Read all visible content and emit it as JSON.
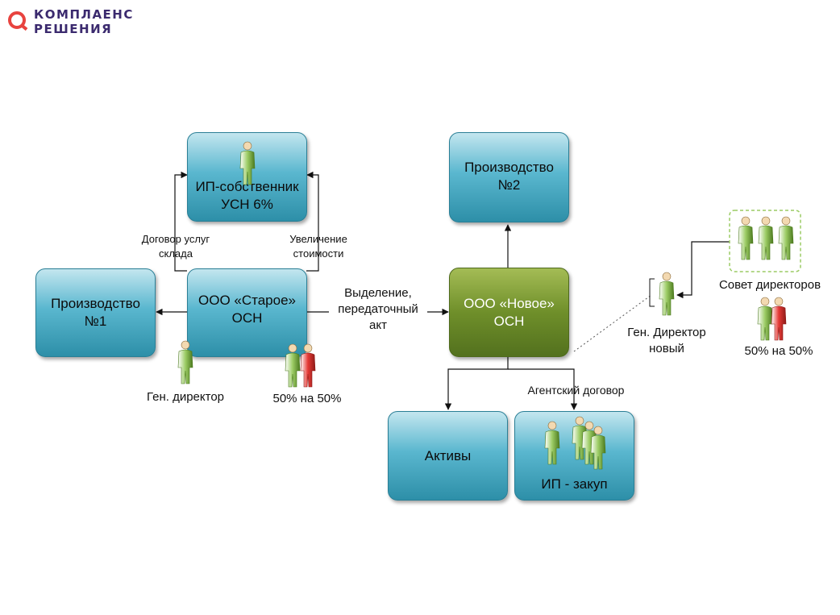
{
  "logo": {
    "line1": "КОМПЛАЕНС",
    "line2": "РЕШЕНИЯ"
  },
  "boxes": {
    "ip_owner": {
      "line1": "ИП-собственник",
      "line2": "УСН 6%"
    },
    "production1": {
      "line1": "Производство",
      "line2": "№1"
    },
    "ooo_old": {
      "line1": "ООО «Старое»",
      "line2": "ОСН"
    },
    "production2": {
      "line1": "Производство",
      "line2": "№2"
    },
    "ooo_new": {
      "line1": "ООО «Новое»",
      "line2": "ОСН"
    },
    "assets": {
      "line1": "Активы"
    },
    "ip_purchase": {
      "line1": "ИП - закуп"
    }
  },
  "labels": {
    "service_contract": {
      "line1": "Договор услуг",
      "line2": "склада"
    },
    "cost_increase": {
      "line1": "Увеличение",
      "line2": "стоимости"
    },
    "spin_off": {
      "line1": "Выделение,",
      "line2": "передаточный",
      "line3": "акт"
    },
    "gen_director": "Ген. директор",
    "split_old": "50% на 50%",
    "agent_contract": "Агентский договор",
    "new_director": {
      "line1": "Ген. Директор",
      "line2": "новый"
    },
    "board": "Совет директоров",
    "split_new": "50% на 50%"
  },
  "colors": {
    "teal_box": "#3aa3be",
    "green_box": "#6f8f2a",
    "person_green": "#9ccc65",
    "person_red": "#e53935",
    "logo_text": "#3b2a6e",
    "logo_accent": "#e8433f"
  }
}
